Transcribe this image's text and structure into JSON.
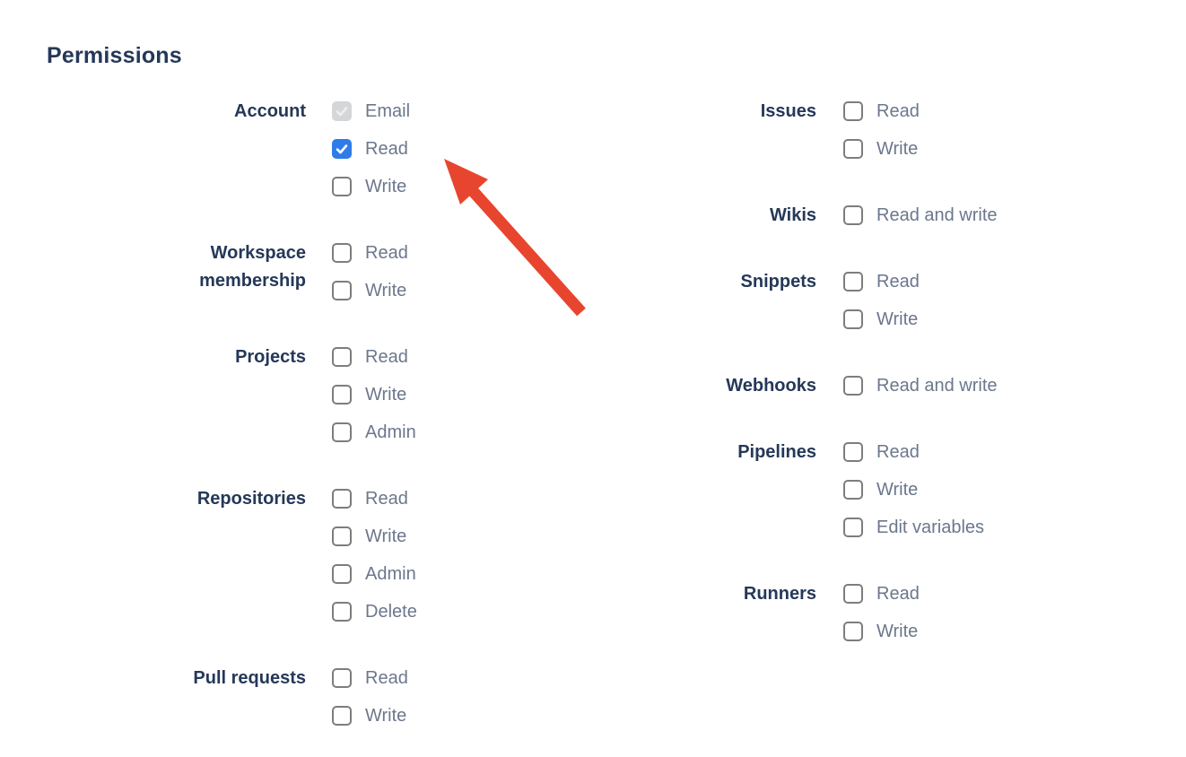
{
  "heading": "Permissions",
  "colors": {
    "heading_text": "#253858",
    "group_label_text": "#253858",
    "option_label_text": "#6B778C",
    "checkbox_border": "#7D7D7D",
    "checkbox_checked_bg": "#2F7CE8",
    "checkbox_check": "#FFFFFF",
    "checkbox_disabled_bg": "#D5D6D8",
    "checkbox_disabled_check": "#EFEFF0",
    "arrow": "#E8452E"
  },
  "annotation": {
    "type": "red-arrow",
    "points_to": "Account Read checkbox"
  },
  "columns": [
    {
      "name": "left",
      "groups": [
        {
          "label": "Account",
          "options": [
            {
              "label": "Email",
              "state": "checked-disabled"
            },
            {
              "label": "Read",
              "state": "checked"
            },
            {
              "label": "Write",
              "state": "unchecked"
            }
          ]
        },
        {
          "label": "Workspace membership",
          "options": [
            {
              "label": "Read",
              "state": "unchecked"
            },
            {
              "label": "Write",
              "state": "unchecked"
            }
          ]
        },
        {
          "label": "Projects",
          "options": [
            {
              "label": "Read",
              "state": "unchecked"
            },
            {
              "label": "Write",
              "state": "unchecked"
            },
            {
              "label": "Admin",
              "state": "unchecked"
            }
          ]
        },
        {
          "label": "Repositories",
          "options": [
            {
              "label": "Read",
              "state": "unchecked"
            },
            {
              "label": "Write",
              "state": "unchecked"
            },
            {
              "label": "Admin",
              "state": "unchecked"
            },
            {
              "label": "Delete",
              "state": "unchecked"
            }
          ]
        },
        {
          "label": "Pull requests",
          "options": [
            {
              "label": "Read",
              "state": "unchecked"
            },
            {
              "label": "Write",
              "state": "unchecked"
            }
          ]
        }
      ]
    },
    {
      "name": "right",
      "groups": [
        {
          "label": "Issues",
          "options": [
            {
              "label": "Read",
              "state": "unchecked"
            },
            {
              "label": "Write",
              "state": "unchecked"
            }
          ]
        },
        {
          "label": "Wikis",
          "options": [
            {
              "label": "Read and write",
              "state": "unchecked"
            }
          ]
        },
        {
          "label": "Snippets",
          "options": [
            {
              "label": "Read",
              "state": "unchecked"
            },
            {
              "label": "Write",
              "state": "unchecked"
            }
          ]
        },
        {
          "label": "Webhooks",
          "options": [
            {
              "label": "Read and write",
              "state": "unchecked"
            }
          ]
        },
        {
          "label": "Pipelines",
          "options": [
            {
              "label": "Read",
              "state": "unchecked"
            },
            {
              "label": "Write",
              "state": "unchecked"
            },
            {
              "label": "Edit variables",
              "state": "unchecked"
            }
          ]
        },
        {
          "label": "Runners",
          "options": [
            {
              "label": "Read",
              "state": "unchecked"
            },
            {
              "label": "Write",
              "state": "unchecked"
            }
          ]
        }
      ]
    }
  ]
}
